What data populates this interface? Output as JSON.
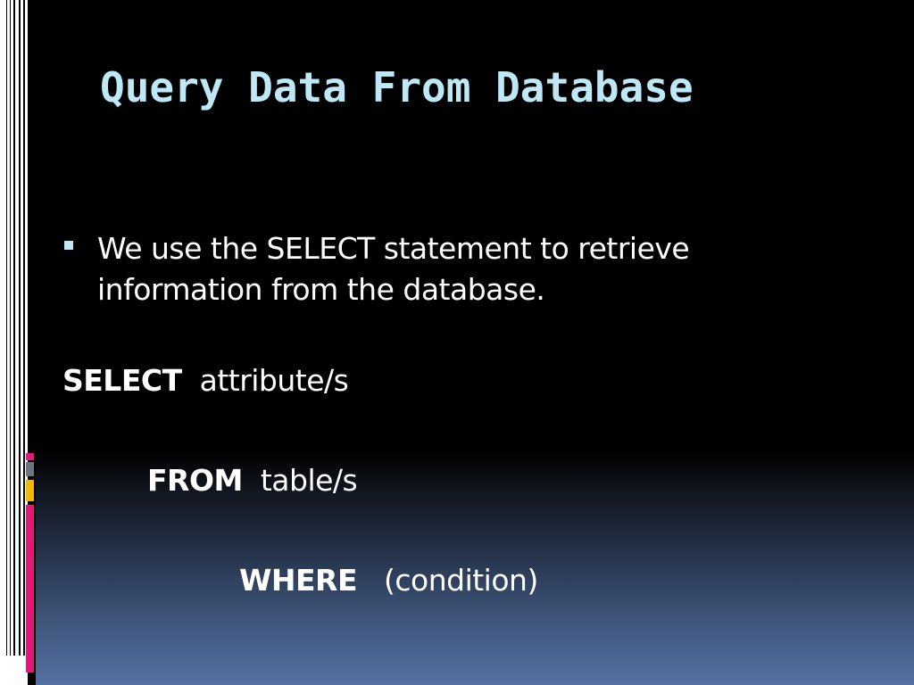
{
  "slide": {
    "title": "Query Data From Database",
    "bullet": "We use the SELECT statement to retrieve information from the database.",
    "sql": {
      "select_keyword": "SELECT",
      "select_arg": "attribute/s",
      "from_keyword": "FROM",
      "from_arg": "table/s",
      "where_keyword": "WHERE",
      "where_arg": "(condition)"
    }
  },
  "theme": {
    "title_color": "#bfe8f6",
    "text_color": "#ffffff",
    "accent_colors": [
      "#e2197a",
      "#f5b800",
      "#6d7380"
    ]
  }
}
